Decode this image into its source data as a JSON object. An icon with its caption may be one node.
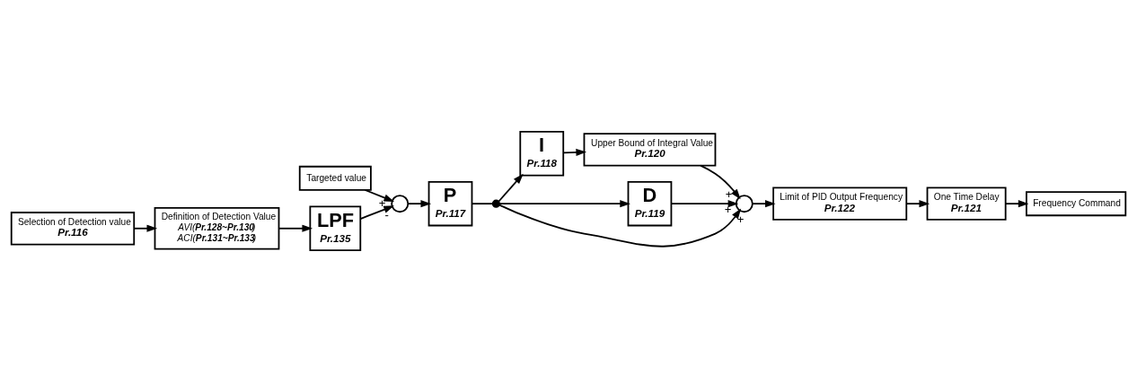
{
  "diagram": {
    "nodes": [
      {
        "text": [
          "Targeted value"
        ]
      },
      {
        "text": [],
        "shape": "circle"
      },
      {
        "text": [
          "P",
          "Pr.117"
        ]
      },
      {
        "text": [],
        "shape": "circle"
      },
      {
        "text": [
          "I",
          "Pr.118"
        ]
      },
      {
        "text": [
          "Upper Bound of Integral Value",
          "Pr.120"
        ]
      },
      {
        "text": [
          "D",
          "Pr.119"
        ]
      },
      {
        "text": [],
        "shape": "circle"
      },
      {
        "text": [
          "Limit of PID Output Frequency",
          "Pr.122"
        ]
      },
      {
        "text": [
          "One Time Delay",
          "Pr.121"
        ]
      },
      {
        "text": [
          "Frequency Command"
        ]
      },
      {
        "text": [
          "Selection of Detection value",
          "Pr.116"
        ]
      },
      {
        "text": [
          "Definition of Detection Value",
          "AVI(**Pr.128~Pr.130**)",
          "ACI(**Pr.131~Pr.133**)"
        ]
      },
      {
        "text": [
          "LPF",
          "Pr.135"
        ]
      }
    ],
    "edges": [
      {
        "from": 0,
        "to": 1,
        "arrow": "to",
        "label": "+"
      },
      {
        "from": 1,
        "to": 2,
        "arrow": "to"
      },
      {
        "from": 2,
        "to": 3,
        "arrow": "none"
      },
      {
        "from": 3,
        "to": 4,
        "arrow": "to"
      },
      {
        "from": 3,
        "to": 6,
        "arrow": "to"
      },
      {
        "from": 3,
        "to": 7,
        "arrow": "to",
        "label": "+"
      },
      {
        "from": 4,
        "to": 5,
        "arrow": "to"
      },
      {
        "from": 5,
        "to": 7,
        "arrow": "to",
        "label": "+"
      },
      {
        "from": 6,
        "to": 7,
        "arrow": "to",
        "label": "+"
      },
      {
        "from": 7,
        "to": 8,
        "arrow": "to"
      },
      {
        "from": 8,
        "to": 9,
        "arrow": "to"
      },
      {
        "from": 9,
        "to": 10,
        "arrow": "to"
      },
      {
        "from": 11,
        "to": 12,
        "arrow": "to"
      },
      {
        "from": 12,
        "to": 13,
        "arrow": "to"
      },
      {
        "from": 13,
        "to": 1,
        "arrow": "to",
        "label": "-"
      }
    ]
  }
}
